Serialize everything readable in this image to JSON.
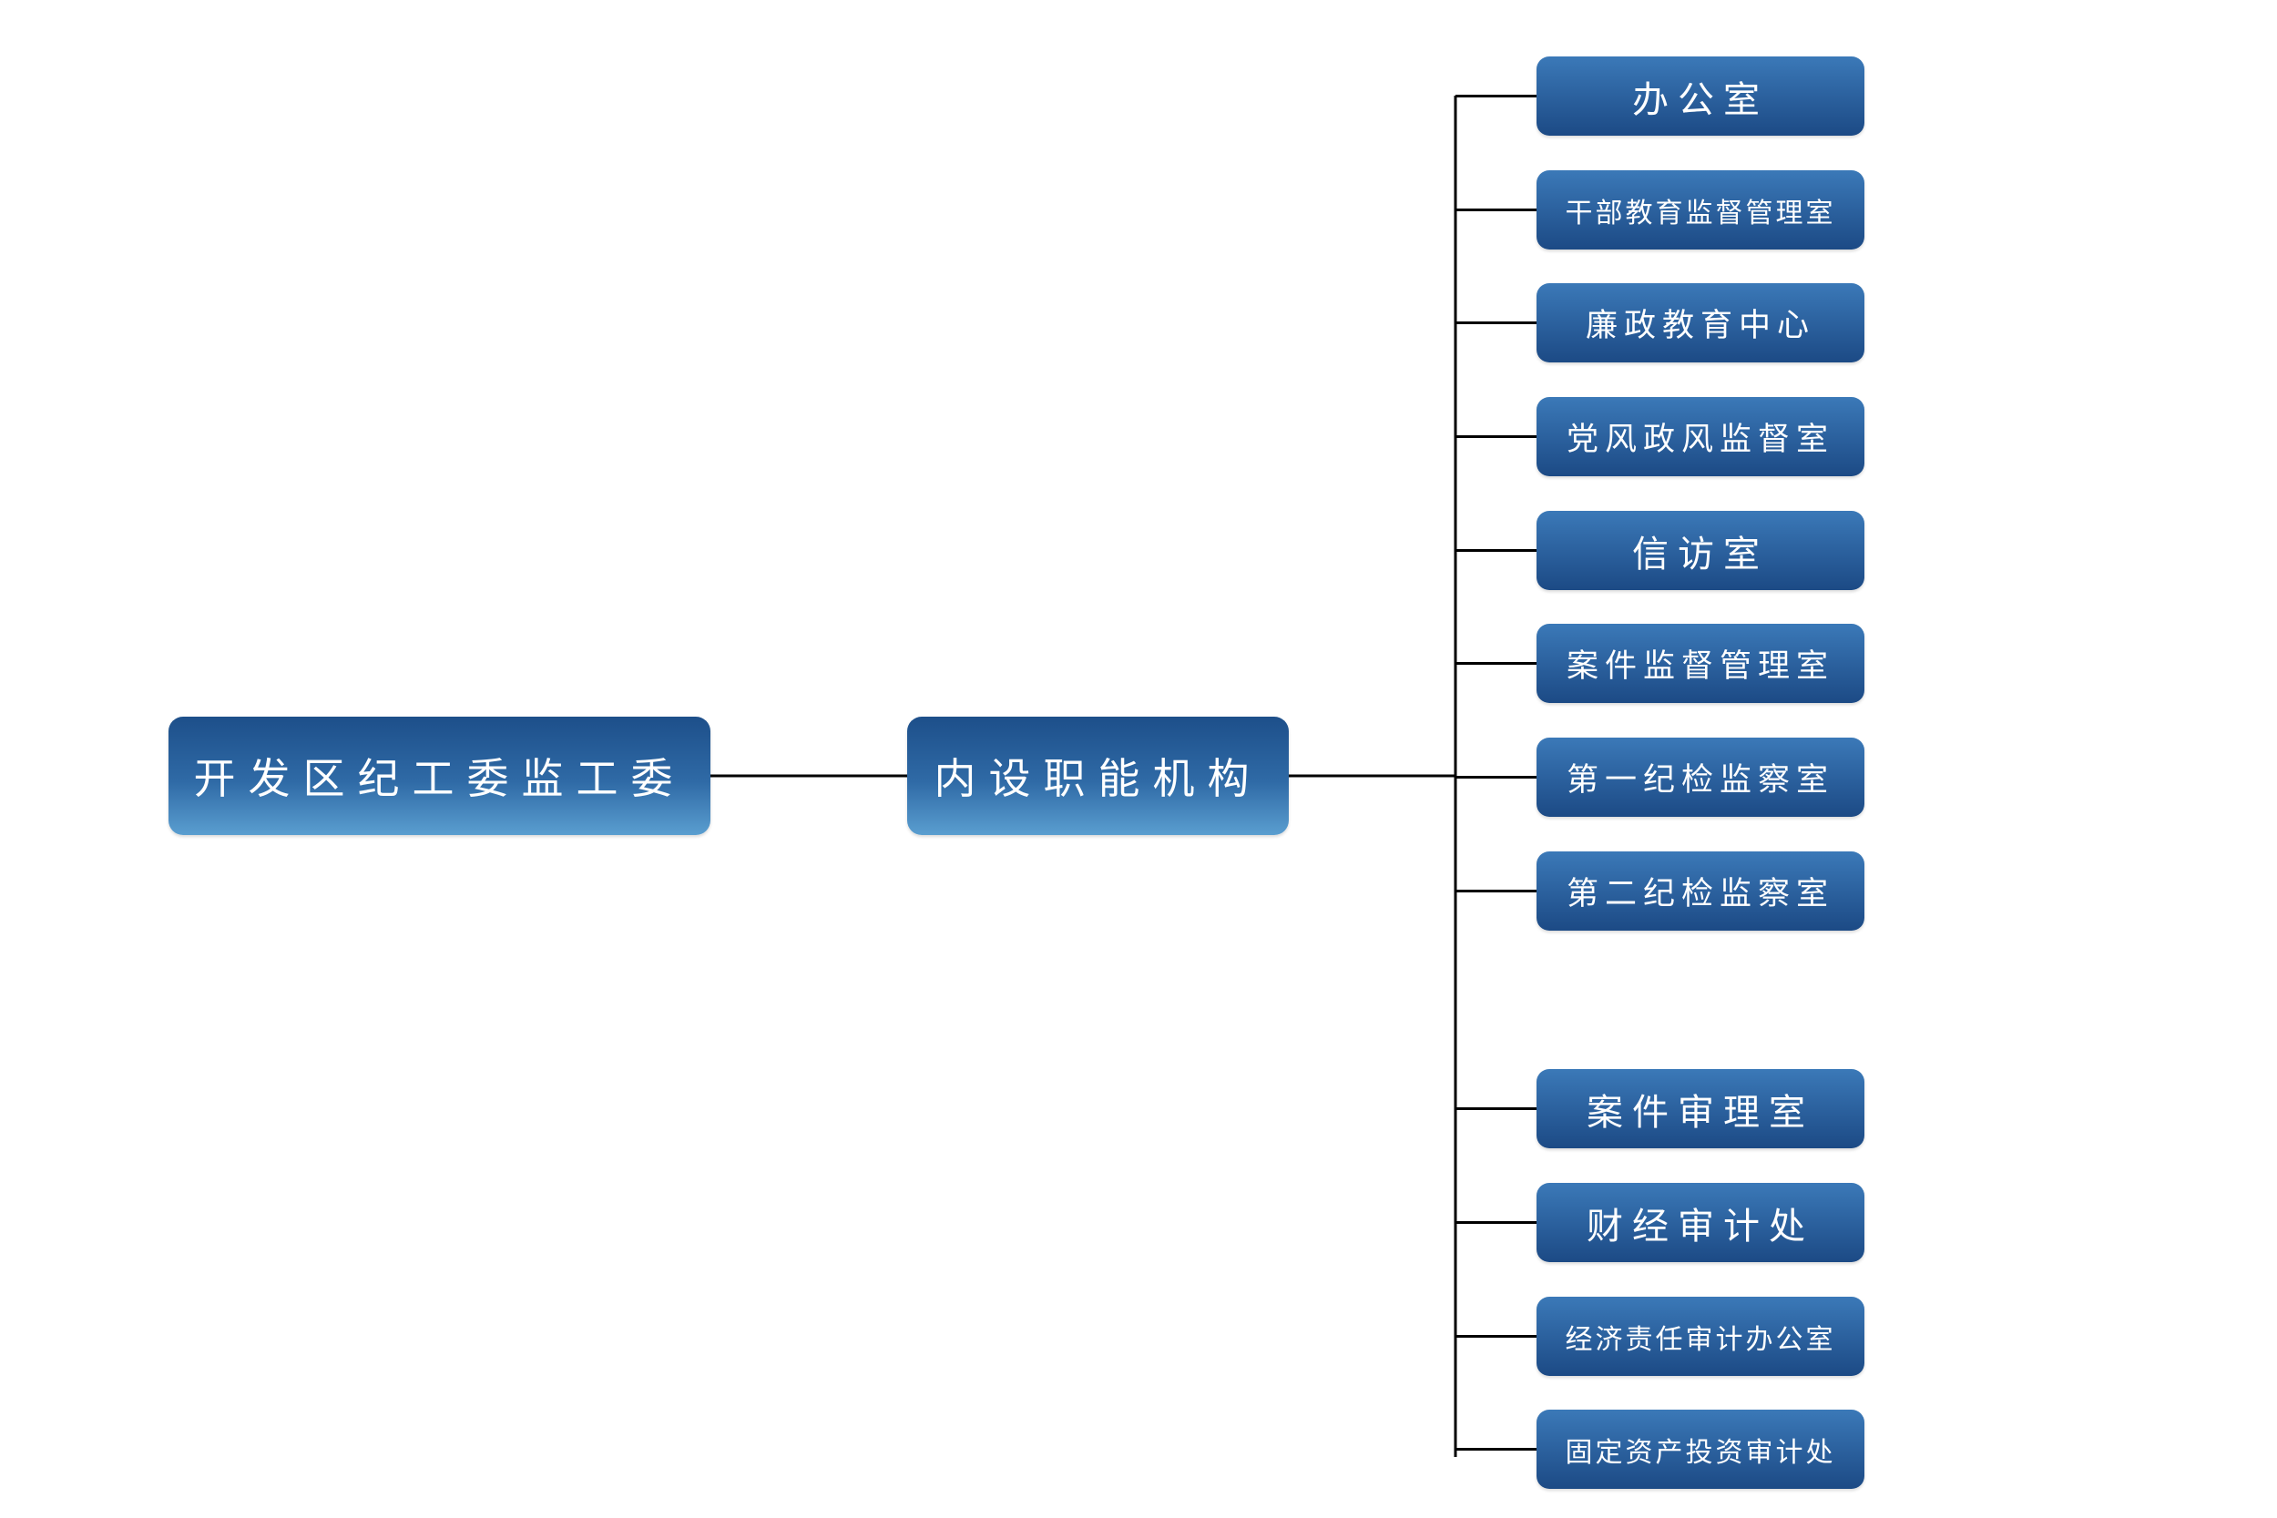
{
  "diagram": {
    "root": {
      "label": "开发区纪工委监工委"
    },
    "middle": {
      "label": "内设职能机构"
    },
    "departments": [
      {
        "label": "办公室"
      },
      {
        "label": "干部教育监督管理室"
      },
      {
        "label": "廉政教育中心"
      },
      {
        "label": "党风政风监督室"
      },
      {
        "label": "信访室"
      },
      {
        "label": "案件监督管理室"
      },
      {
        "label": "第一纪检监察室"
      },
      {
        "label": "第二纪检监察室"
      },
      {
        "label": "案件审理室"
      },
      {
        "label": "财经审计处"
      },
      {
        "label": "经济责任审计办公室"
      },
      {
        "label": "固定资产投资审计处"
      }
    ]
  },
  "colors": {
    "node_dark": "#1d4f8a",
    "node_light": "#5a9ed0",
    "connector": "#000000",
    "text": "#ffffff"
  }
}
